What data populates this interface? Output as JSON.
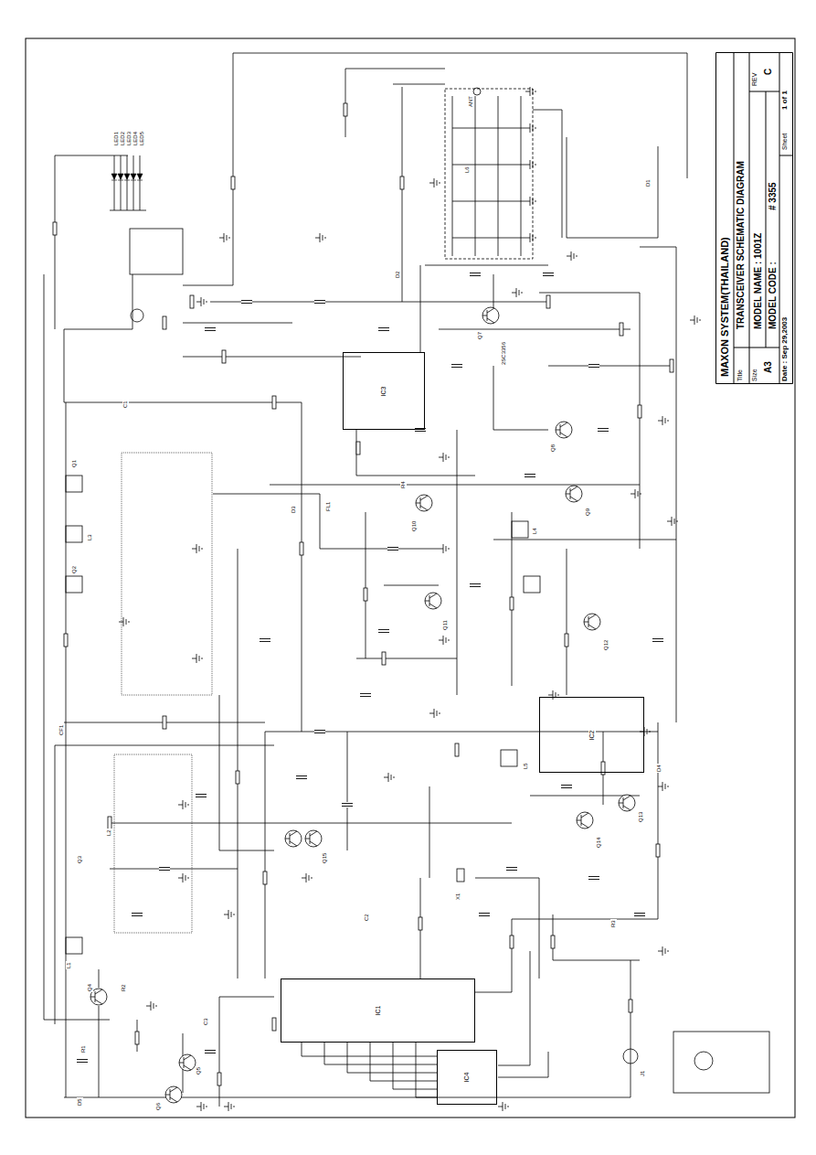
{
  "diagram": {
    "title": "TRANSCEIVER SCHEMATIC DIAGRAM",
    "nodes": [
      {
        "text": [
          "IC3"
        ]
      },
      {
        "text": [
          "IC2"
        ]
      },
      {
        "text": [
          "IC1"
        ]
      },
      {
        "text": [
          "IC4"
        ]
      }
    ],
    "labels": [
      "MAXON SYSTEM(THAILAND)",
      "Title",
      "Size",
      "A3",
      "MODEL NAME : 1001Z",
      "REV",
      "C",
      "MODEL CODE :",
      "# 3355",
      "Date : Sep 29,2003",
      "Sheet",
      "1 of 1",
      "LED1",
      "LED2",
      "LED3",
      "LED4",
      "LED5",
      "ANT",
      "Q1",
      "Q2",
      "Q3",
      "Q4",
      "Q5",
      "Q6",
      "Q7",
      "Q8",
      "Q9",
      "Q10",
      "Q11",
      "Q12",
      "Q13",
      "Q14",
      "Q15",
      "D1",
      "D2",
      "D3",
      "D4",
      "D5",
      "L1",
      "L2",
      "L3",
      "L4",
      "L5",
      "L6",
      "X1",
      "CF1",
      "FL1",
      "R1",
      "R2",
      "R3",
      "R4",
      "C1",
      "C2",
      "C3",
      "J1",
      "2SC3356"
    ]
  }
}
